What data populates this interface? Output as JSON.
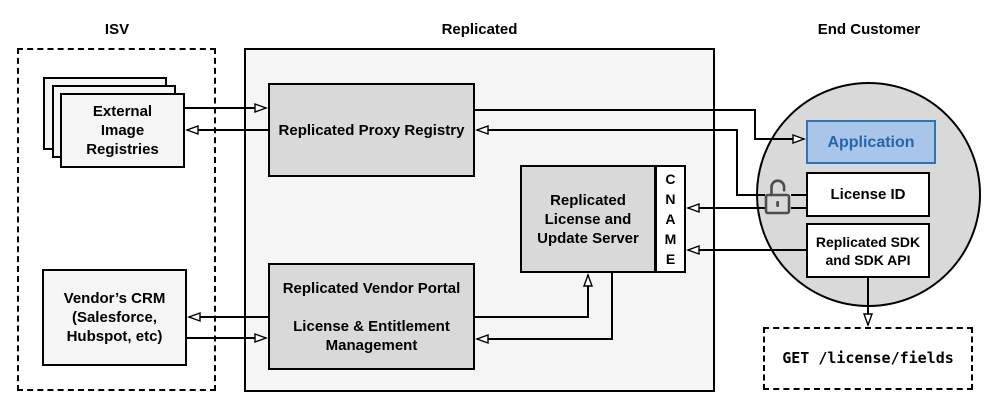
{
  "sections": {
    "isv": {
      "label": "ISV"
    },
    "replicated": {
      "label": "Replicated"
    },
    "end_customer": {
      "label": "End Customer"
    }
  },
  "nodes": {
    "external_registries": {
      "label": "External\nImage\nRegistries"
    },
    "vendors_crm": {
      "label": "Vendor’s CRM\n(Salesforce,\nHubspot, etc)"
    },
    "proxy_registry": {
      "label": "Replicated Proxy Registry"
    },
    "license_update_server": {
      "label": "Replicated\nLicense and\nUpdate Server"
    },
    "cname": {
      "label": "C\nN\nA\nM\nE"
    },
    "vendor_portal": {
      "label": "Replicated Vendor Portal\n\nLicense & Entitlement\nManagement"
    },
    "application": {
      "label": "Application"
    },
    "license_id": {
      "label": "License ID"
    },
    "replicated_sdk": {
      "label": "Replicated SDK\nand SDK API"
    },
    "get_license_fields": {
      "label": "GET /license/fields"
    }
  },
  "icons": {
    "unlock_icon": "open-padlock"
  },
  "colors": {
    "region_fill": "#f5f5f5",
    "node_fill_gray": "#d9d9d9",
    "node_fill_light": "#f5f5f5",
    "circle_fill": "#d9d9d9",
    "application_fill": "#a9c6ea",
    "application_border": "#2e74b5",
    "application_text": "#2467ad",
    "line_color": "#000000",
    "lock_color": "#4d4d4d"
  }
}
